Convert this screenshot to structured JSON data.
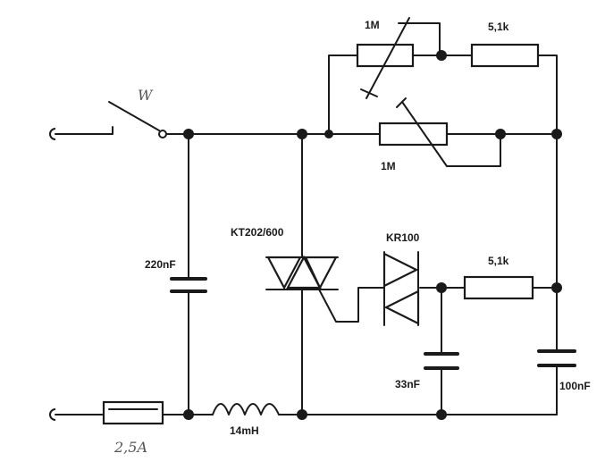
{
  "labels": {
    "switch": "W",
    "fuse": "2,5A",
    "capacitor_main": "220nF",
    "inductor": "14mH",
    "triac": "KT202/600",
    "diac": "KR100",
    "pot_top": "1M",
    "res_top": "5,1k",
    "pot_mid": "1M",
    "res_gate": "5,1k",
    "cap_33": "33nF",
    "cap_100": "100nF"
  }
}
